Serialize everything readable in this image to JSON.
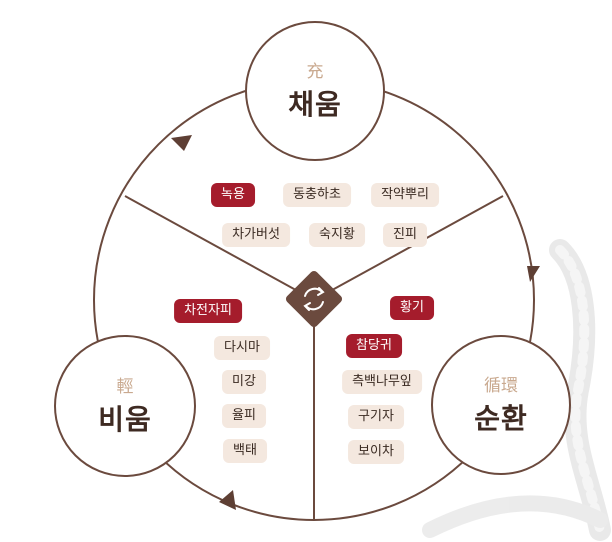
{
  "colors": {
    "ring": "#6b4a3e",
    "accent": "#a51c2c",
    "chip": "#f4e8df",
    "hanja": "#c9a98f"
  },
  "nodes": {
    "fill": {
      "hanja": "充",
      "label": "채움"
    },
    "light": {
      "hanja": "輕",
      "label": "비움"
    },
    "circulate": {
      "hanja": "循環",
      "label": "순환"
    }
  },
  "center_icon": "refresh-cycle-icon",
  "groups": {
    "fill": [
      {
        "text": "녹용",
        "highlight": true
      },
      {
        "text": "동충하초",
        "highlight": false
      },
      {
        "text": "작약뿌리",
        "highlight": false
      },
      {
        "text": "차가버섯",
        "highlight": false
      },
      {
        "text": "숙지황",
        "highlight": false
      },
      {
        "text": "진피",
        "highlight": false
      }
    ],
    "light": [
      {
        "text": "차전자피",
        "highlight": true
      },
      {
        "text": "다시마",
        "highlight": false
      },
      {
        "text": "미강",
        "highlight": false
      },
      {
        "text": "율피",
        "highlight": false
      },
      {
        "text": "백태",
        "highlight": false
      }
    ],
    "circulate": [
      {
        "text": "황기",
        "highlight": true
      },
      {
        "text": "참당귀",
        "highlight": true
      },
      {
        "text": "측백나무잎",
        "highlight": false
      },
      {
        "text": "구기자",
        "highlight": false
      },
      {
        "text": "보이차",
        "highlight": false
      }
    ]
  }
}
